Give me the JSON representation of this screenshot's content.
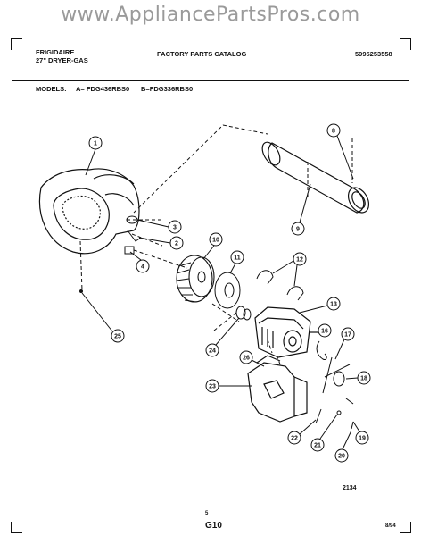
{
  "watermark": "www.AppliancePartsPros.com",
  "header": {
    "brand": "FRIGIDAIRE",
    "product": "27\" DRYER-GAS",
    "catalog_title": "FACTORY PARTS CATALOG",
    "catalog_number": "5995253558",
    "models_label": "MODELS:",
    "model_a": "A= FDG436RBS0",
    "model_b": "B=FDG336RBS0"
  },
  "callouts": [
    "1",
    "2",
    "3",
    "4",
    "8",
    "9",
    "10",
    "11",
    "12",
    "13",
    "16",
    "17",
    "18",
    "19",
    "20",
    "21",
    "22",
    "23",
    "24",
    "25",
    "26"
  ],
  "footer": {
    "diagram_code": "2134",
    "page_mark": "5",
    "page_code": "G10",
    "date": "8/94"
  }
}
